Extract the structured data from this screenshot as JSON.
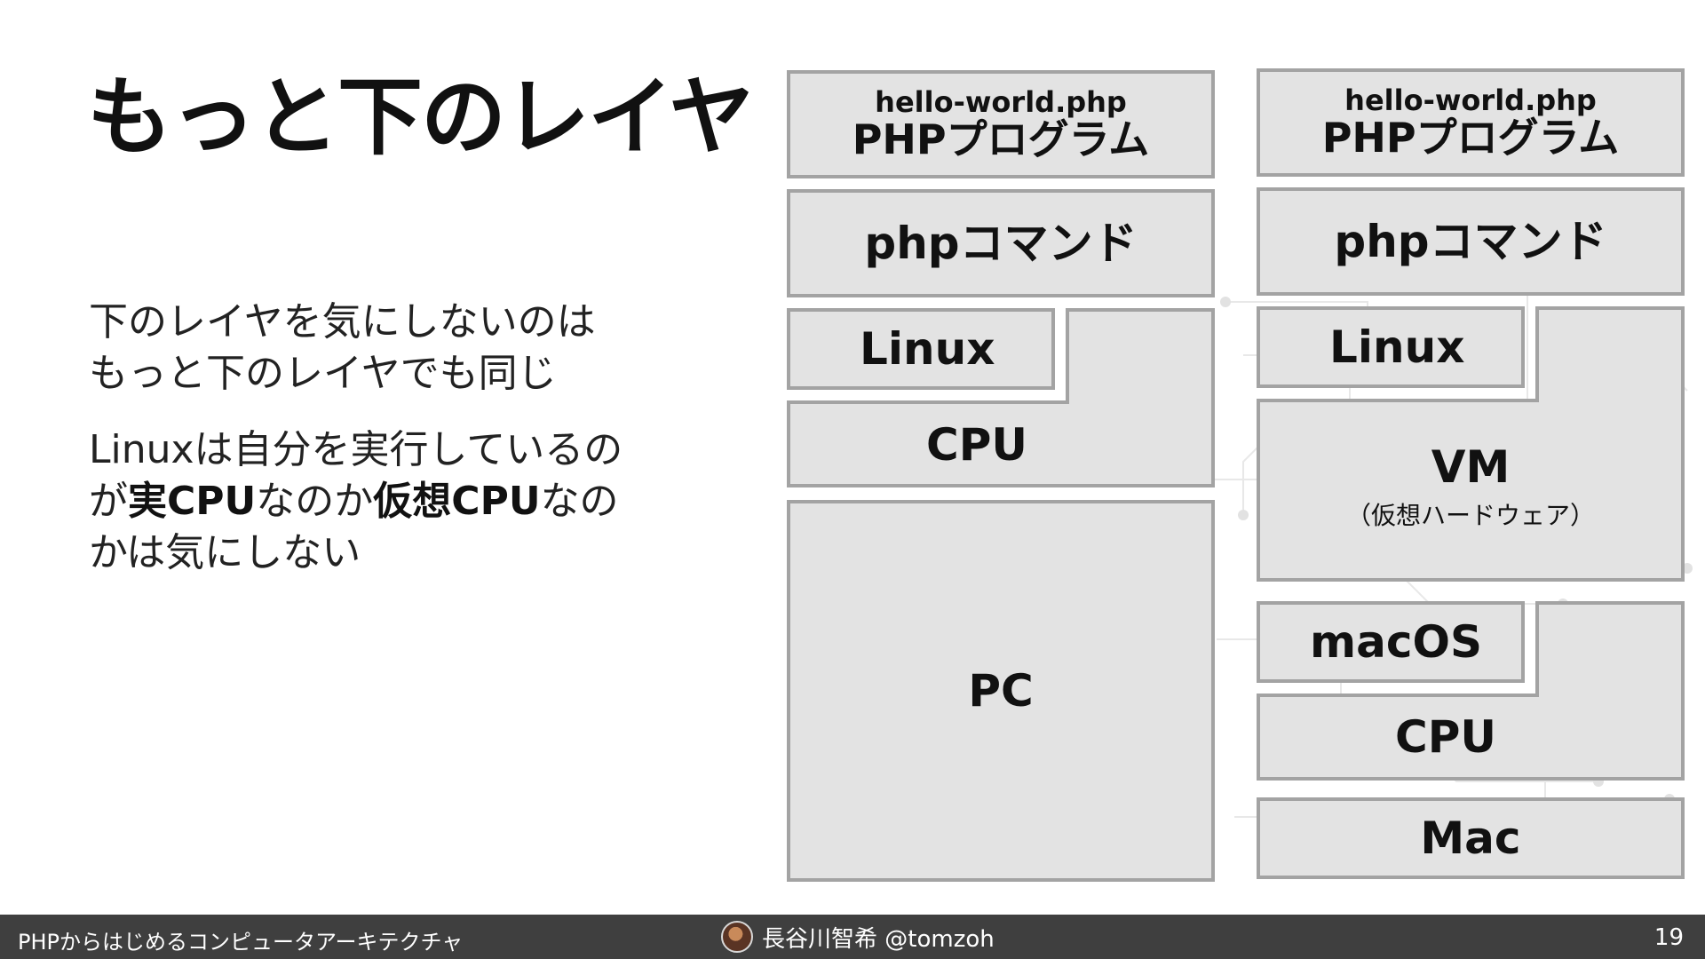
{
  "slide": {
    "title": "もっと下のレイヤ",
    "para1_line1": "下のレイヤを気にしないのは",
    "para1_line2": "もっと下のレイヤでも同じ",
    "para2_line1": "Linuxは自分を実行しているの",
    "para2_line2_a": "が",
    "para2_line2_b": "実CPU",
    "para2_line2_c": "なのか",
    "para2_line2_d": "仮想CPU",
    "para2_line2_e": "なの",
    "para2_line3": "かは気にしない"
  },
  "left_stack": {
    "program_file": "hello-world.php",
    "program_label": "PHPプログラム",
    "command": "phpコマンド",
    "os": "Linux",
    "cpu": "CPU",
    "hardware": "PC"
  },
  "right_stack": {
    "program_file": "hello-world.php",
    "program_label": "PHPプログラム",
    "command": "phpコマンド",
    "guest_os": "Linux",
    "vm": "VM",
    "vm_sub": "（仮想ハードウェア）",
    "host_os": "macOS",
    "cpu": "CPU",
    "hardware": "Mac"
  },
  "footer": {
    "deck_title": "PHPからはじめるコンピュータアーキテクチャ",
    "author": "長谷川智希 @tomzoh",
    "page_number": "19"
  },
  "colors": {
    "box_fill": "#e3e3e3",
    "box_border": "#a3a3a3",
    "footer_bg": "#3f3f3f"
  }
}
